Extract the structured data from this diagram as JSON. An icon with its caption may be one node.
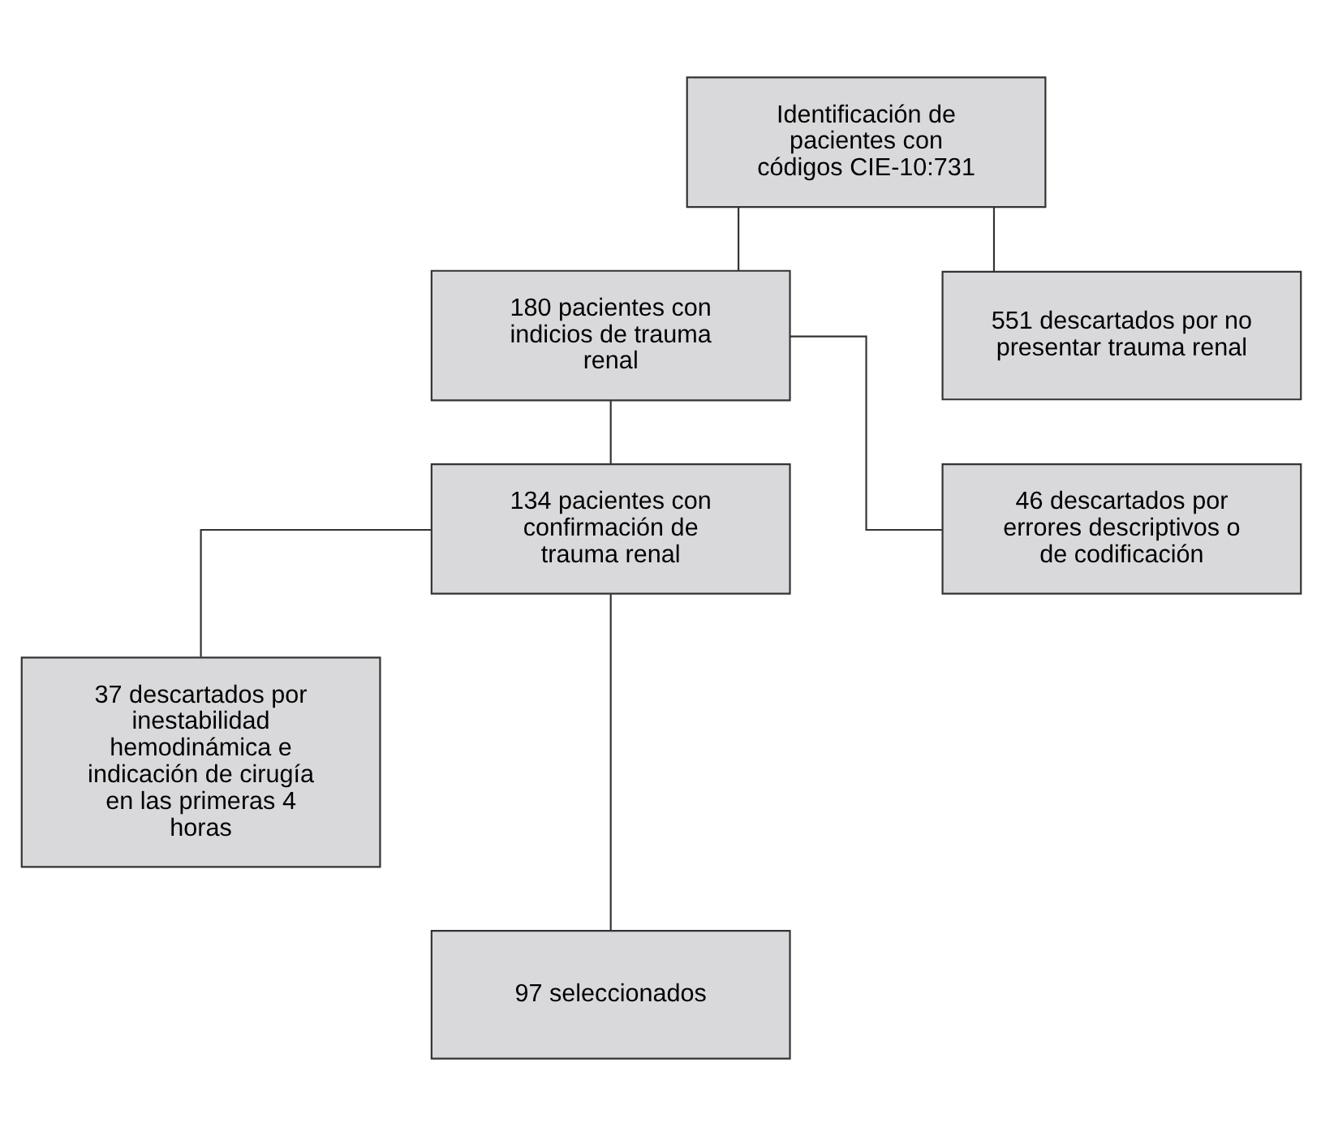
{
  "diagram": {
    "nodes": [
      {
        "text": [
          "Identificación de pacientes con códigos CIE-10:731"
        ]
      },
      {
        "text": [
          "180 pacientes con indicios de trauma renal"
        ]
      },
      {
        "text": [
          "551 descartados por no presentar trauma renal"
        ]
      },
      {
        "text": [
          "134 pacientes con confirmación de trauma renal"
        ]
      },
      {
        "text": [
          "46 descartados por errores descriptivos o de codificación"
        ]
      },
      {
        "text": [
          "37 descartados por inestabilidad hemodinámica e indicación de cirugía en las primeras 4 horas"
        ]
      },
      {
        "text": [
          "97 seleccionados"
        ]
      }
    ],
    "edges": [
      {
        "from": 0,
        "to": 1,
        "arrow": "none"
      },
      {
        "from": 0,
        "to": 2,
        "arrow": "none"
      },
      {
        "from": 1,
        "to": 3,
        "arrow": "none"
      },
      {
        "from": 1,
        "to": 4,
        "arrow": "none"
      },
      {
        "from": 3,
        "to": 5,
        "arrow": "none"
      },
      {
        "from": 3,
        "to": 6,
        "arrow": "none"
      }
    ]
  }
}
